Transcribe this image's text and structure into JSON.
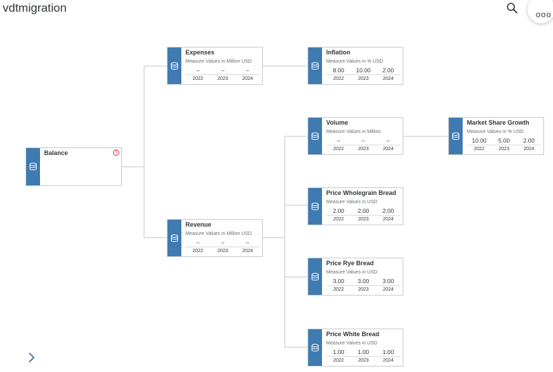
{
  "app": {
    "title": "vdtmigration",
    "more_label": "ooo"
  },
  "colors": {
    "accent": "#3f7ab1",
    "warning": "#d0312d",
    "connector": "#b5b8bb"
  },
  "icons": {
    "search": "search-icon",
    "more": "more-options-icon",
    "node": "database-icon",
    "warning": "warning-icon",
    "expand": "chevron-right-icon"
  },
  "nodes": {
    "balance": {
      "title": "Balance",
      "warning": "!"
    },
    "expenses": {
      "title": "Expenses",
      "subtitle": "Measure Values in Million USD",
      "values": [
        "–",
        "–",
        "–"
      ],
      "years": [
        "2022",
        "2023",
        "2024"
      ]
    },
    "inflation": {
      "title": "Inflation",
      "subtitle": "Measure Values in % USD",
      "values": [
        "8.00",
        "10.00",
        "2.00"
      ],
      "years": [
        "2022",
        "2023",
        "2024"
      ]
    },
    "volume": {
      "title": "Volume",
      "subtitle": "Measure Values in Million",
      "values": [
        "–",
        "–",
        "–"
      ],
      "years": [
        "2022",
        "2023",
        "2024"
      ]
    },
    "market_share": {
      "title": "Market Share Growth",
      "subtitle": "Measure Values in % USD",
      "values": [
        "10.00",
        "5.00",
        "2.00"
      ],
      "years": [
        "2022",
        "2023",
        "2024"
      ]
    },
    "revenue": {
      "title": "Revenue",
      "subtitle": "Measure Values in Million USD",
      "values": [
        "–",
        "–",
        "–"
      ],
      "years": [
        "2022",
        "2023",
        "2024"
      ]
    },
    "price_wholegrain": {
      "title": "Price Wholegrain Bread",
      "subtitle": "Measure Values in USD",
      "values": [
        "2.00",
        "2.00",
        "2.00"
      ],
      "years": [
        "2022",
        "2023",
        "2024"
      ]
    },
    "price_rye": {
      "title": "Price Rye Bread",
      "subtitle": "Measure Values in USD",
      "values": [
        "3.00",
        "3.00",
        "3.00"
      ],
      "years": [
        "2022",
        "2023",
        "2024"
      ]
    },
    "price_white": {
      "title": "Price White Bread",
      "subtitle": "Measure Values in USD",
      "values": [
        "1.00",
        "1.00",
        "1.00"
      ],
      "years": [
        "2022",
        "2023",
        "2024"
      ]
    }
  }
}
